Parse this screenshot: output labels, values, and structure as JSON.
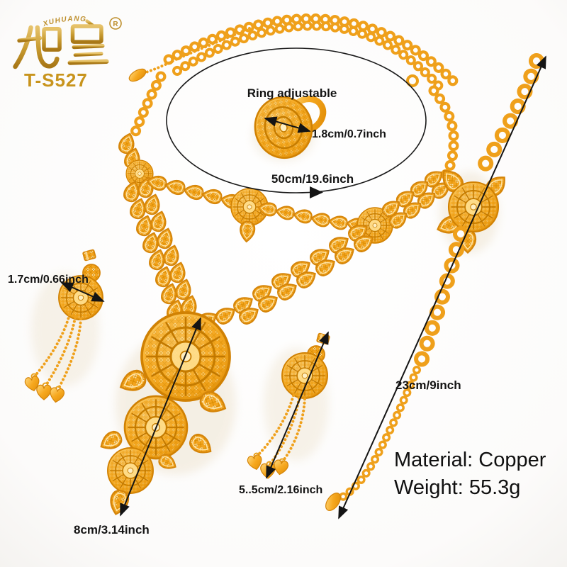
{
  "meta": {
    "description": "Gold jewelry set product photo with size annotations",
    "background": "#fcfcfc"
  },
  "brand": {
    "logo_characters": "旭皇",
    "logo_romanized": "XUHUANG",
    "registered_symbol": "R",
    "model_number": "T-S527",
    "logo_color": "#c2912c"
  },
  "jewelry": {
    "gold_color": "#f4a41d",
    "gold_dark": "#d5850a",
    "gold_light": "#ffd97e",
    "pieces": [
      "necklace with medallion pendant",
      "adjustable ring",
      "tassel stud earrings",
      "chain bracelet"
    ]
  },
  "annotations": {
    "text_color": "#141414",
    "ring_note": "Ring adjustable",
    "ring_size": "1.8cm/0.7inch",
    "necklace_length": "50cm/19.6inch",
    "left_earring_size": "1.7cm/0.66inch",
    "earring_length": "5..5cm/2.16inch",
    "bracelet_length": "23cm/9inch",
    "pendant_length": "8cm/3.14inch",
    "material": "Material: Copper",
    "weight": "Weight: 55.3g"
  }
}
